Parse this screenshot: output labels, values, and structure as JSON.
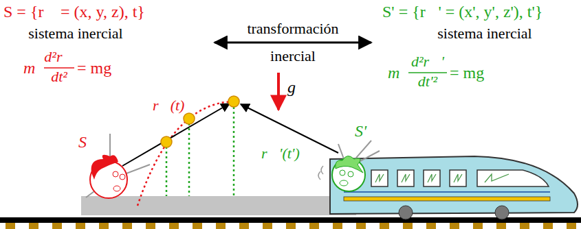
{
  "diagram": {
    "labels": [
      "S = {r⃗ = (x, y, z), t}",
      "sistema inercial",
      "m",
      "d²r⃗",
      "dt²",
      "= mg⃗",
      "transformación",
      "inercial",
      "g⃗",
      "r⃗(t)",
      "S",
      "r⃗'(t')",
      "S'",
      "S' = {r⃗' = (x', y', z'), t'}",
      "sistema inercial",
      "m",
      "d²r⃗'",
      "dt'²",
      "= mg⃗"
    ]
  }
}
